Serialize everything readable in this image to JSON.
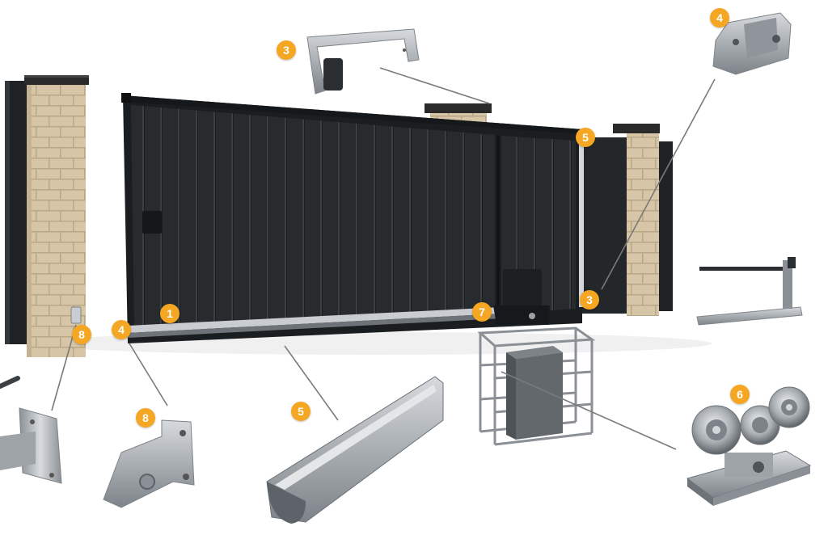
{
  "colors": {
    "badge": "#f5a623",
    "badge_text": "#ffffff",
    "gate_panel": "#262a2d",
    "gate_frame": "#1b1e20",
    "pillar_stone": "#d6c5a6",
    "pillar_cap": "#2a2a2a",
    "metal": "#a9aeb3",
    "metal_dark": "#6e7479",
    "leader_line": "#7a7a7a"
  },
  "callouts": [
    {
      "id": "callout-1-bottom-rail",
      "label": "1"
    },
    {
      "id": "callout-3-top-guide-part",
      "label": "3"
    },
    {
      "id": "callout-3-top-guide-on-gate",
      "label": "3"
    },
    {
      "id": "callout-4-end-catcher-part",
      "label": "4"
    },
    {
      "id": "callout-4-end-roller-on-gate",
      "label": "4"
    },
    {
      "id": "callout-5-end-post-on-gate",
      "label": "5"
    },
    {
      "id": "callout-5-guide-rail-part",
      "label": "5"
    },
    {
      "id": "callout-6-roller-carriage-part",
      "label": "6"
    },
    {
      "id": "callout-7-motor-on-gate",
      "label": "7"
    },
    {
      "id": "callout-8-catcher-on-pillar",
      "label": "8"
    },
    {
      "id": "callout-8-catcher-bracket-part",
      "label": "8"
    }
  ]
}
